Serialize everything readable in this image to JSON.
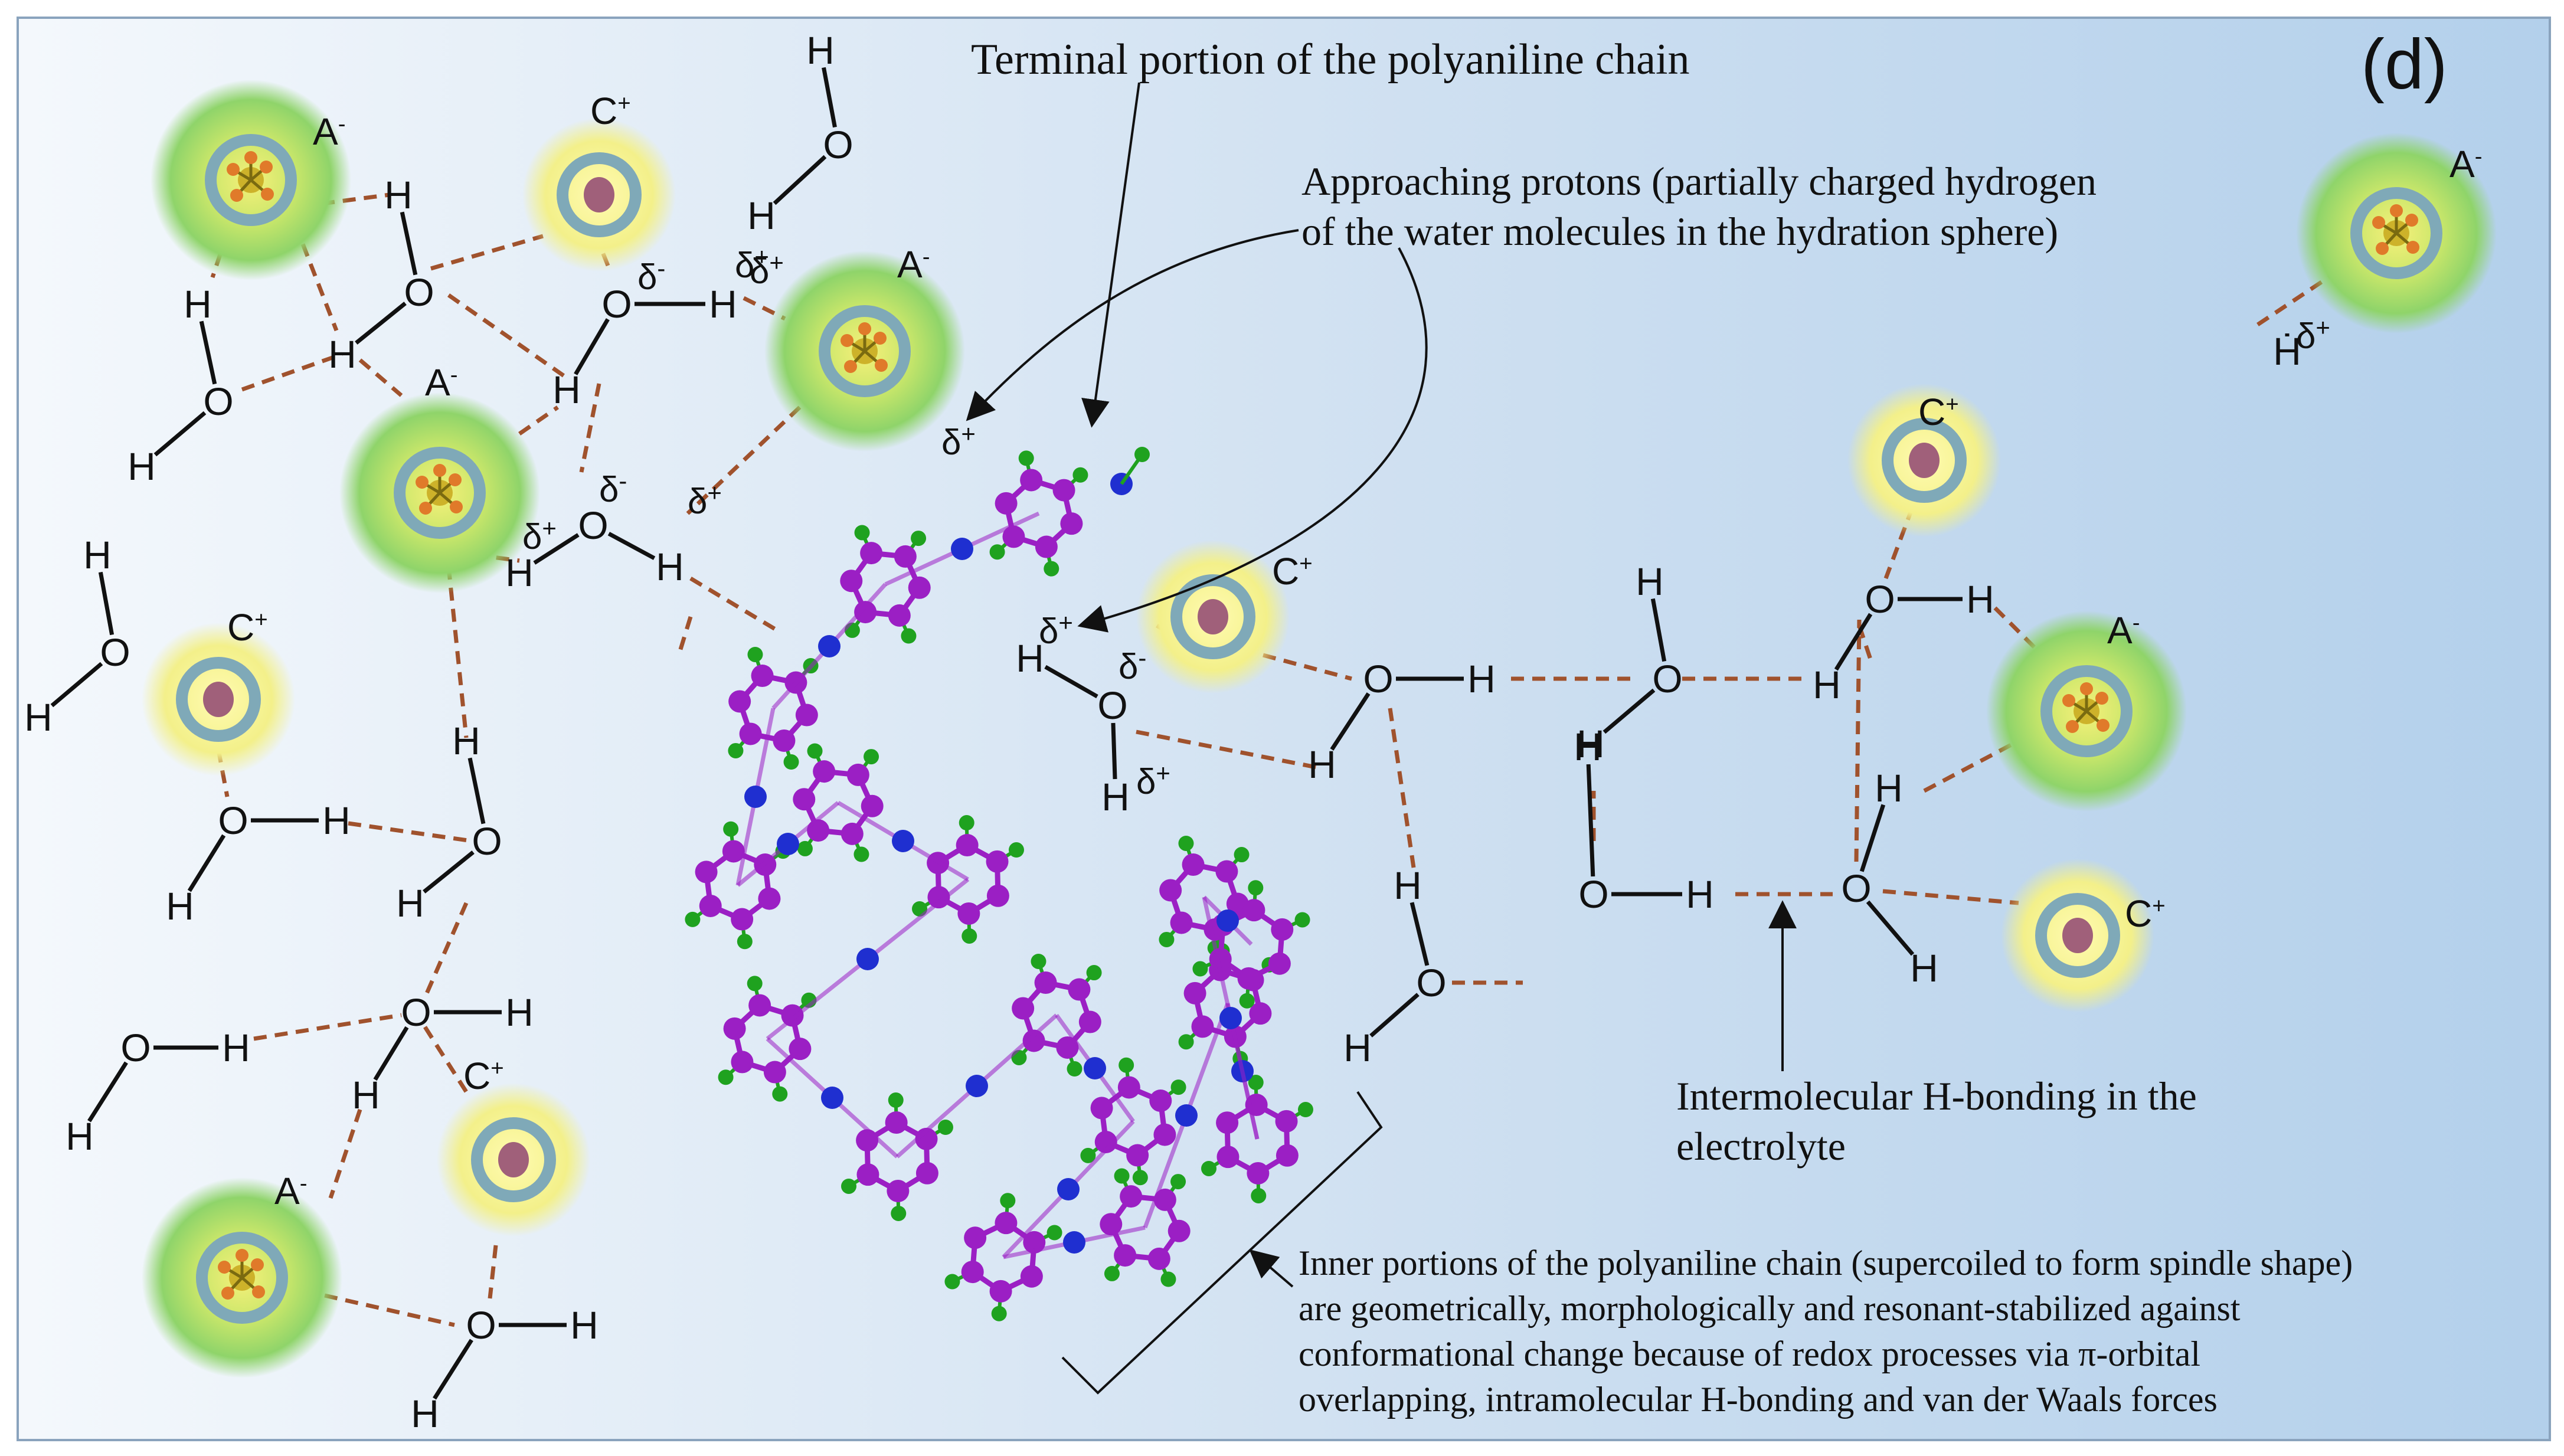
{
  "panel_label": "(d)",
  "annotations": {
    "terminal": "Terminal  portion of the polyaniline  chain",
    "protons_line1": "Approaching protons (partially charged hydrogen",
    "protons_line2": "of the water molecules in the hydration sphere)",
    "hbond_line1": "Intermolecular H-bonding in the",
    "hbond_line2": "electrolyte",
    "inner_line1": "Inner portions of the polyaniline chain (supercoiled to form spindle shape)",
    "inner_line2": "are geometrically, morphologically and resonant-stabilized against",
    "inner_line3": "conformational change because of redox processes via π-orbital",
    "inner_line4": "overlapping, intramolecular  H-bonding and van der Waals forces"
  },
  "symbols": {
    "anion": "A",
    "cation": "C",
    "minus": "-",
    "plus": "+",
    "oxygen": "O",
    "hydrogen": "H",
    "delta_plus": "δ+",
    "delta_minus": "δ-"
  },
  "colors": {
    "background_left": "#eef4fb",
    "background_right": "#b7d3ec",
    "anion_halo": "#8fd46a",
    "cation_halo": "#f3f08a",
    "ring": "#7fa9b8",
    "cation_core": "#a0607a",
    "anion_core": "#d8c23a",
    "hbond": "#a0522d",
    "polymer_carbon": "#9b1fc4",
    "polymer_nitrogen": "#1f2fd0",
    "polymer_hydrogen": "#1fa21f"
  }
}
